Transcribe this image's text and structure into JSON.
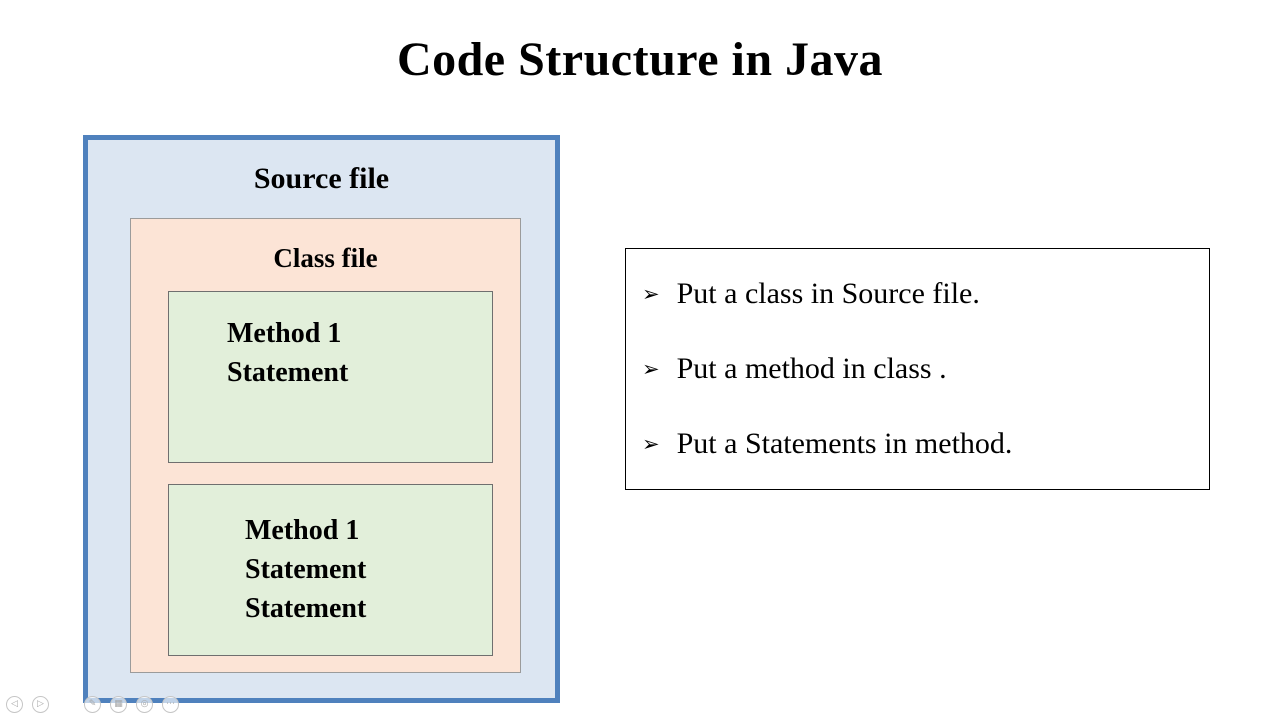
{
  "title": "Code Structure in Java",
  "diagram": {
    "source_file_label": "Source file",
    "class_file_label": "Class file",
    "methods": [
      {
        "lines": [
          "Method 1",
          "Statement"
        ]
      },
      {
        "lines": [
          "Method 1",
          "Statement",
          "Statement"
        ]
      }
    ]
  },
  "notes": {
    "bullet": "➢",
    "items": [
      "Put a class in Source file.",
      "Put a method in class .",
      "Put a Statements in method."
    ]
  },
  "colors": {
    "source_fill": "#dce6f2",
    "source_border": "#4f81bd",
    "class_fill": "#fce4d6",
    "method_fill": "#e2efda",
    "notes_border": "#000000"
  },
  "player": {
    "icons": [
      {
        "name": "previous",
        "glyph": "◁"
      },
      {
        "name": "play",
        "glyph": "▷"
      },
      {
        "name": "pen",
        "glyph": "✎"
      },
      {
        "name": "grid",
        "glyph": "▦"
      },
      {
        "name": "zoom",
        "glyph": "◎"
      },
      {
        "name": "more",
        "glyph": "⋯"
      }
    ]
  }
}
